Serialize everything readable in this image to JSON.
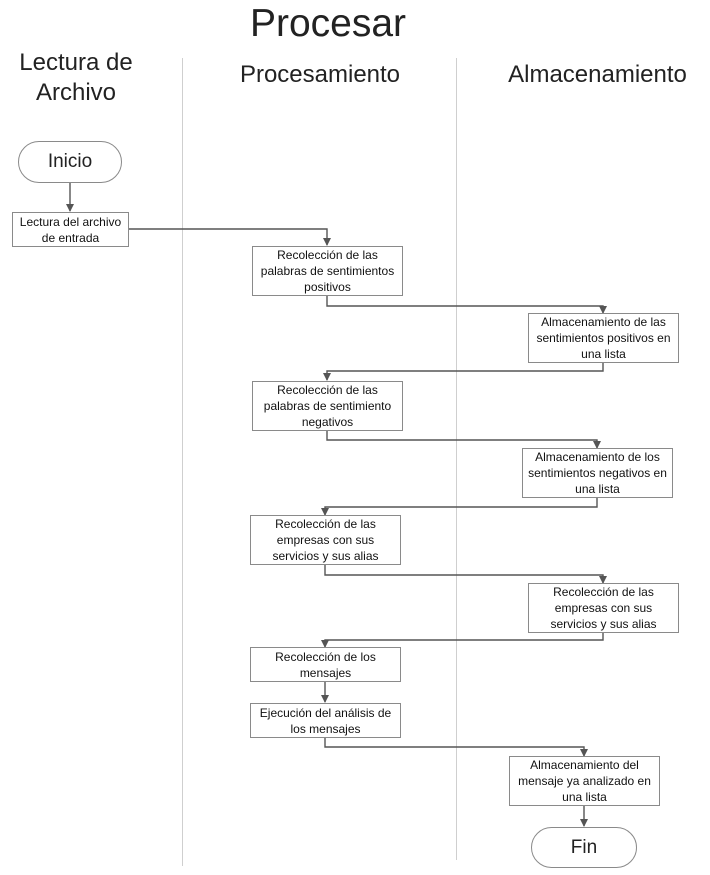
{
  "title": "Procesar",
  "lanes": {
    "lane1": "Lectura de Archivo",
    "lane2": "Procesamiento",
    "lane3": "Almacenamiento"
  },
  "nodes": {
    "inicio": "Inicio",
    "lectura": "Lectura del archivo de entrada",
    "rec_pos": "Recolección de las palabras de sentimientos positivos",
    "alm_pos": "Almacenamiento de las sentimientos positivos en una lista",
    "rec_neg": "Recolección de las palabras de sentimiento negativos",
    "alm_neg": "Almacenamiento de los sentimientos negativos en una lista",
    "rec_emp": "Recolección de las empresas con sus servicios y sus alias",
    "alm_emp": "Recolección de las empresas con sus servicios y sus alias",
    "rec_msg": "Recolección de los mensajes",
    "ejec": "Ejecución del análisis de los mensajes",
    "alm_msg": "Almacenamiento del mensaje ya analizado en una lista",
    "fin": "Fin"
  },
  "colors": {
    "connector": "#555555",
    "box_border": "#8a8a8a",
    "lane_divider": "#cfcfcf"
  }
}
